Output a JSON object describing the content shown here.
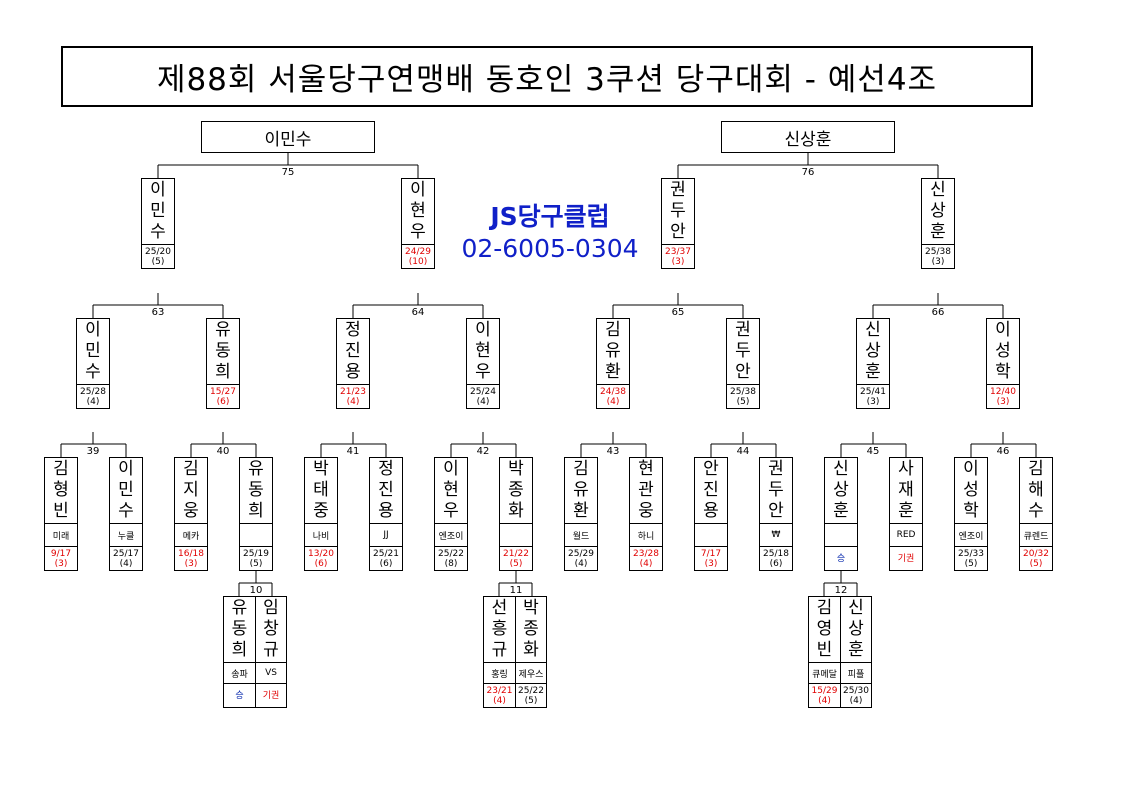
{
  "title": "제88회 서울당구연맹배 동호인 3쿠션 당구대회 - 예선4조",
  "ad": {
    "club": "JS당구클럽",
    "phone": "02-6005-0304"
  },
  "colors": {
    "normal": "#000000",
    "loss": "#e00000",
    "walkover": "#1030b0",
    "ad": "#1020c8"
  },
  "finalists": [
    {
      "name": "이민수"
    },
    {
      "name": "신상훈"
    }
  ],
  "matches": [
    {
      "num": "75"
    },
    {
      "num": "76"
    },
    {
      "num": "63"
    },
    {
      "num": "64"
    },
    {
      "num": "65"
    },
    {
      "num": "66"
    },
    {
      "num": "39"
    },
    {
      "num": "40"
    },
    {
      "num": "41"
    },
    {
      "num": "42"
    },
    {
      "num": "43"
    },
    {
      "num": "44"
    },
    {
      "num": "45"
    },
    {
      "num": "46"
    },
    {
      "num": "10"
    },
    {
      "num": "11"
    },
    {
      "num": "12"
    }
  ],
  "level2": [
    {
      "name": "이민수",
      "score": "25/20",
      "inn": "(5)",
      "color": "black"
    },
    {
      "name": "이현우",
      "score": "24/29",
      "inn": "(10)",
      "color": "red"
    },
    {
      "name": "권두안",
      "score": "23/37",
      "inn": "(3)",
      "color": "red"
    },
    {
      "name": "신상훈",
      "score": "25/38",
      "inn": "(3)",
      "color": "black"
    }
  ],
  "level3": [
    {
      "name": "이민수",
      "score": "25/28",
      "inn": "(4)",
      "color": "black"
    },
    {
      "name": "유동희",
      "score": "15/27",
      "inn": "(6)",
      "color": "red"
    },
    {
      "name": "정진용",
      "score": "21/23",
      "inn": "(4)",
      "color": "red"
    },
    {
      "name": "이현우",
      "score": "25/24",
      "inn": "(4)",
      "color": "black"
    },
    {
      "name": "김유환",
      "score": "24/38",
      "inn": "(4)",
      "color": "red"
    },
    {
      "name": "권두안",
      "score": "25/38",
      "inn": "(5)",
      "color": "black"
    },
    {
      "name": "신상훈",
      "score": "25/41",
      "inn": "(3)",
      "color": "black"
    },
    {
      "name": "이성학",
      "score": "12/40",
      "inn": "(3)",
      "color": "red"
    }
  ],
  "level4": [
    {
      "name": "김형빈",
      "club": "미래",
      "score": "9/17",
      "inn": "(3)",
      "color": "red"
    },
    {
      "name": "이민수",
      "club": "누클",
      "score": "25/17",
      "inn": "(4)",
      "color": "black"
    },
    {
      "name": "김지웅",
      "club": "메카",
      "score": "16/18",
      "inn": "(3)",
      "color": "red"
    },
    {
      "name": "유동희",
      "club": "",
      "score": "25/19",
      "inn": "(5)",
      "color": "black"
    },
    {
      "name": "박태중",
      "club": "나비",
      "score": "13/20",
      "inn": "(6)",
      "color": "red"
    },
    {
      "name": "정진용",
      "club": "JJ",
      "score": "25/21",
      "inn": "(6)",
      "color": "black"
    },
    {
      "name": "이현우",
      "club": "엔조이",
      "score": "25/22",
      "inn": "(8)",
      "color": "black"
    },
    {
      "name": "박종화",
      "club": "",
      "score": "21/22",
      "inn": "(5)",
      "color": "red"
    },
    {
      "name": "김유환",
      "club": "월드",
      "score": "25/29",
      "inn": "(4)",
      "color": "black"
    },
    {
      "name": "현관웅",
      "club": "하니",
      "score": "23/28",
      "inn": "(4)",
      "color": "red"
    },
    {
      "name": "안진용",
      "club": "",
      "score": "7/17",
      "inn": "(3)",
      "color": "red"
    },
    {
      "name": "권두안",
      "club": "₩",
      "score": "25/18",
      "inn": "(6)",
      "color": "black"
    },
    {
      "name": "신상훈",
      "club": "",
      "score": "승",
      "inn": "",
      "color": "blue"
    },
    {
      "name": "사재훈",
      "club": "RED",
      "score": "기권",
      "inn": "",
      "color": "red"
    },
    {
      "name": "이성학",
      "club": "엔조이",
      "score": "25/33",
      "inn": "(5)",
      "color": "black"
    },
    {
      "name": "김해수",
      "club": "큐렌드",
      "score": "20/32",
      "inn": "(5)",
      "color": "red"
    }
  ],
  "prelims": [
    {
      "players": [
        {
          "name": "유동희",
          "club": "송파",
          "score": "승",
          "inn": "",
          "color": "blue"
        },
        {
          "name": "임창규",
          "club": "VS",
          "score": "기권",
          "inn": "",
          "color": "red"
        }
      ]
    },
    {
      "players": [
        {
          "name": "선흥규",
          "club": "홍링",
          "score": "23/21",
          "inn": "(4)",
          "color": "red"
        },
        {
          "name": "박종화",
          "club": "제우스",
          "score": "25/22",
          "inn": "(5)",
          "color": "black"
        }
      ]
    },
    {
      "players": [
        {
          "name": "김영빈",
          "club": "큐메달",
          "score": "15/29",
          "inn": "(4)",
          "color": "red"
        },
        {
          "name": "신상훈",
          "club": "피플",
          "score": "25/30",
          "inn": "(4)",
          "color": "black"
        }
      ]
    }
  ]
}
